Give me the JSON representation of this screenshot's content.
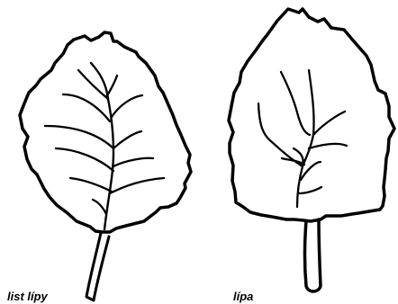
{
  "figures": [
    {
      "id": "leaf-1",
      "caption": "list lípy"
    },
    {
      "id": "leaf-2",
      "caption": "lípa"
    }
  ],
  "colors": {
    "background": "#ffffff",
    "ink": "#000000"
  }
}
